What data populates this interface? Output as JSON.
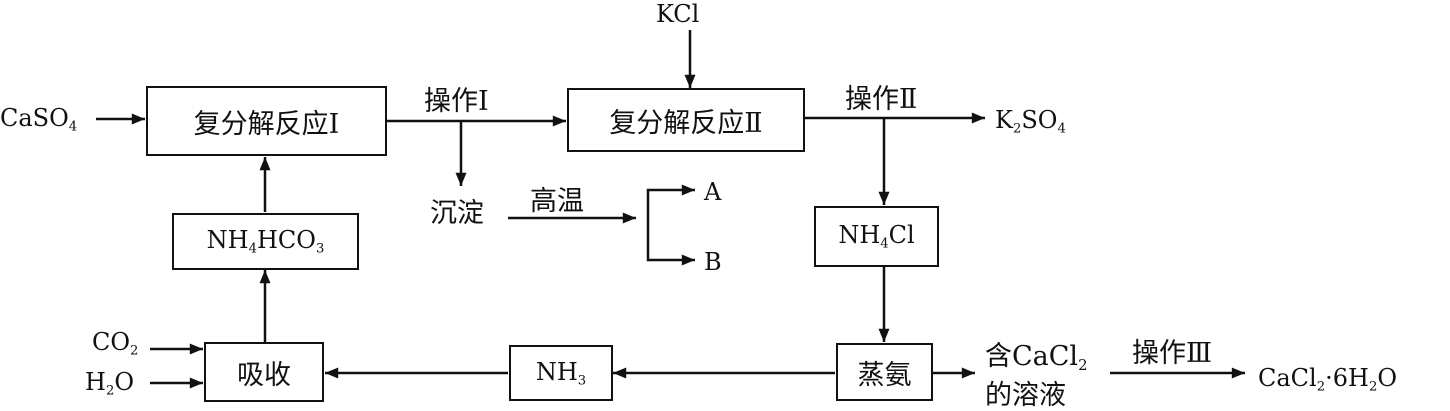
{
  "boxes": {
    "reaction1": "复分解反应Ⅰ",
    "reaction2": "复分解反应Ⅱ",
    "nh4hco3": {
      "p1": "NH",
      "s1": "4",
      "p2": "HCO",
      "s2": "3"
    },
    "nh4cl": {
      "p1": "NH",
      "s1": "4",
      "p2": "Cl"
    },
    "absorb": "吸收",
    "nh3": {
      "p1": "NH",
      "s1": "3"
    },
    "ammonia_steam": "蒸氨"
  },
  "labels": {
    "caso4": {
      "p1": "CaSO",
      "s1": "4"
    },
    "kcl": "KCl",
    "op1": "操作Ⅰ",
    "op2": "操作Ⅱ",
    "op3": "操作Ⅲ",
    "k2so4": {
      "p1": "K",
      "s1": "2",
      "p2": "SO",
      "s2": "4"
    },
    "precipitate": "沉淀",
    "high_temp": "高温",
    "product_a": "A",
    "product_b": "B",
    "co2": {
      "p1": "CO",
      "s1": "2"
    },
    "h2o": {
      "p1": "H",
      "s1": "2",
      "p2": "O"
    },
    "cacl2_solution_line1": {
      "p1": "含CaCl",
      "s1": "2"
    },
    "cacl2_solution_line2": "的溶液",
    "cacl2_hydrate": {
      "p1": "CaCl",
      "s1": "2",
      "p2": "·6H",
      "s2": "2",
      "p3": "O"
    }
  }
}
